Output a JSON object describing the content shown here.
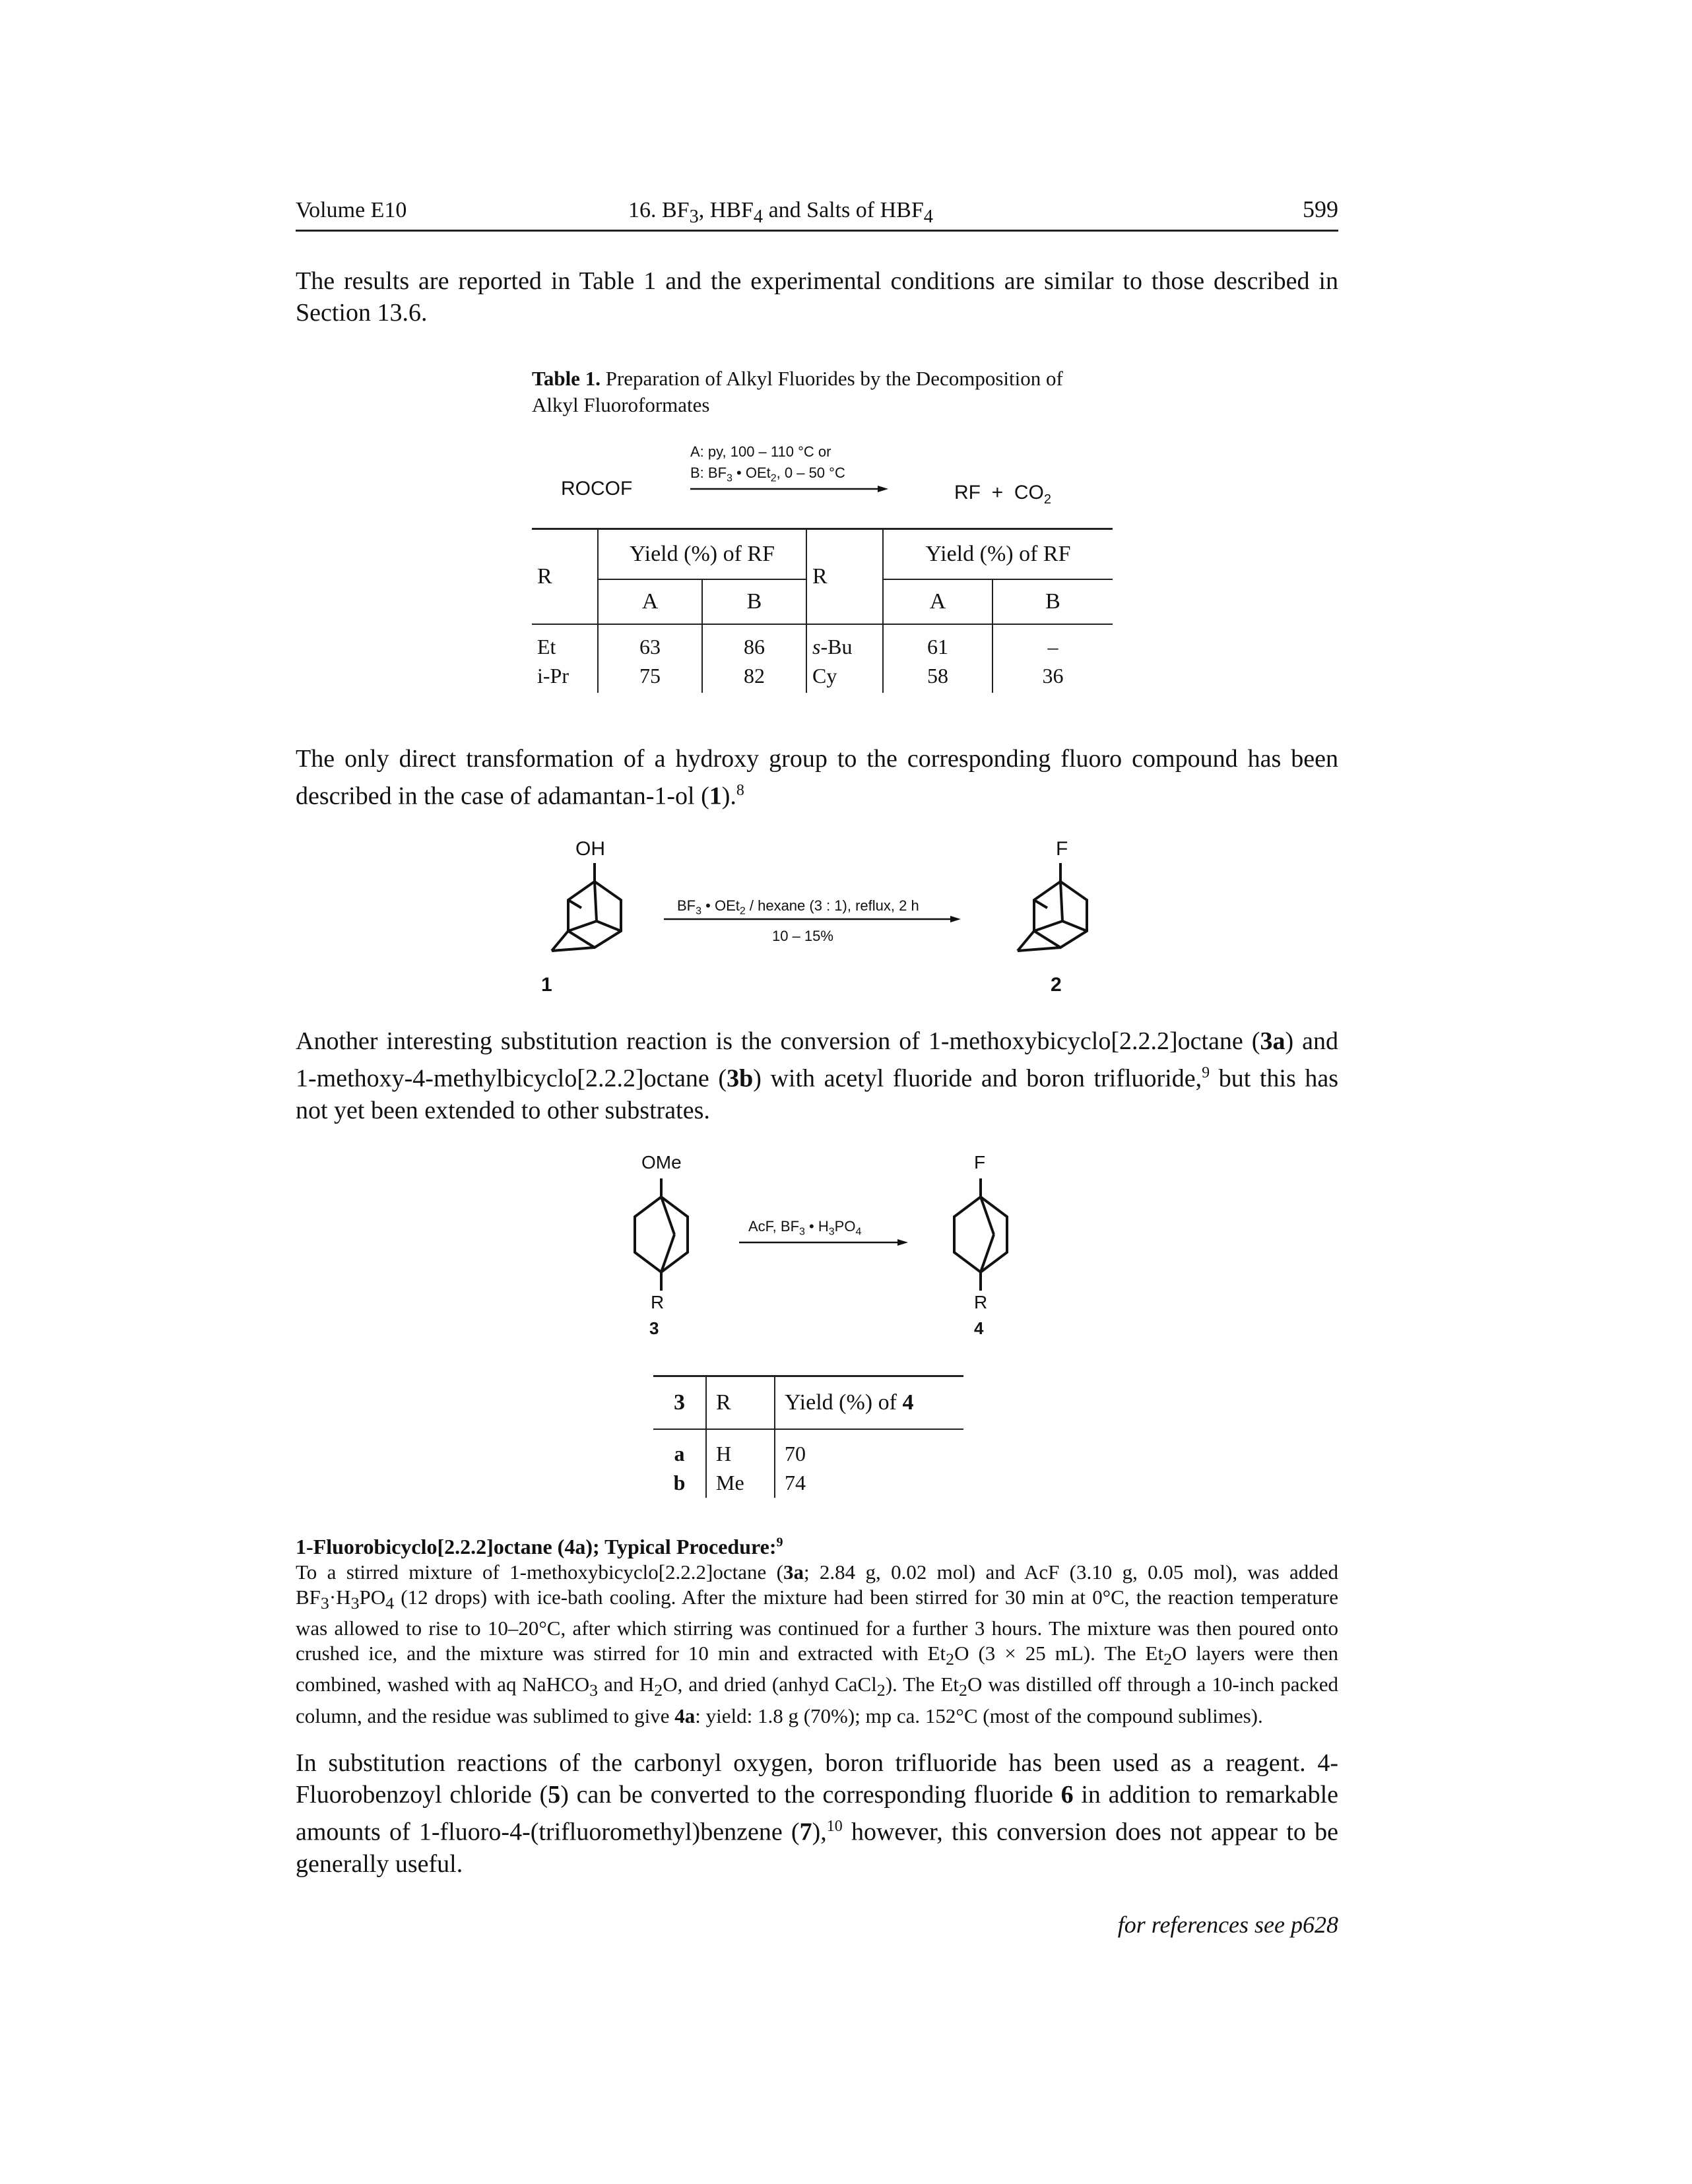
{
  "header": {
    "volume": "Volume E10",
    "title_plain": "16. BF",
    "title_full": "16. BF3, HBF4 and Salts of HBF4",
    "page_number": "599"
  },
  "intro_paragraph": "The results are reported in Table 1 and the experimental conditions are similar to those described in Section 13.6.",
  "table1": {
    "caption_label": "Table 1.",
    "caption_text": "Preparation of Alkyl Fluorides by the Decomposition of Alkyl Fluoroformates",
    "scheme": {
      "reactant": "ROCOF",
      "condition_a": "A: py, 100 – 110 °C or",
      "condition_b": "B: BF3 • OEt2, 0 – 50 °C",
      "product": "RF  +  CO2"
    },
    "header_r": "R",
    "header_yield": "Yield (%) of RF",
    "header_a": "A",
    "header_b": "B",
    "rows_left": [
      {
        "r": "Et",
        "a": "63",
        "b": "86"
      },
      {
        "r": "i-Pr",
        "a": "75",
        "b": "82"
      }
    ],
    "rows_right": [
      {
        "r": "s-Bu",
        "a": "61",
        "b": "–"
      },
      {
        "r": "Cy",
        "a": "58",
        "b": "36"
      }
    ]
  },
  "paragraph2": "The only direct transformation of a hydroxy group to the corresponding fluoro compound has been described in the case of adamantan-1-ol (1).8",
  "scheme1": {
    "reactant_group": "OH",
    "product_group": "F",
    "conditions_top": "BF3 • OEt2 / hexane (3 : 1), reflux, 2 h",
    "conditions_bottom": "10 – 15%",
    "reactant_label": "1",
    "product_label": "2"
  },
  "paragraph3": "Another interesting substitution reaction is the conversion of 1-methoxybicyclo[2.2.2]octane (3a) and 1-methoxy-4-methylbicyclo[2.2.2]octane (3b) with acetyl fluoride and boron trifluoride,9 but this has not yet been extended to other substrates.",
  "scheme2": {
    "reactant_top": "OMe",
    "reactant_bottom": "R",
    "product_top": "F",
    "product_bottom": "R",
    "conditions": "AcF, BF3 • H3PO4",
    "reactant_label": "3",
    "product_label": "4"
  },
  "table2": {
    "header_compound": "3",
    "header_r": "R",
    "header_yield": "Yield (%) of 4",
    "rows": [
      {
        "compound": "a",
        "r": "H",
        "yield": "70"
      },
      {
        "compound": "b",
        "r": "Me",
        "yield": "74"
      }
    ]
  },
  "procedure": {
    "title": "1-Fluorobicyclo[2.2.2]octane (4a); Typical Procedure:9",
    "body": "To a stirred mixture of 1-methoxybicyclo[2.2.2]octane (3a; 2.84 g, 0.02 mol) and AcF (3.10 g, 0.05 mol), was added BF3·H3PO4 (12 drops) with ice-bath cooling. After the mixture had been stirred for 30 min at 0°C, the reaction temperature was allowed to rise to 10–20°C, after which stirring was continued for a further 3 hours. The mixture was then poured onto crushed ice, and the mixture was stirred for 10 min and extracted with Et2O (3 × 25 mL). The Et2O layers were then combined, washed with aq NaHCO3 and H2O, and dried (anhyd CaCl2). The Et2O was distilled off through a 10-inch packed column, and the residue was sublimed to give 4a: yield: 1.8 g (70%); mp ca. 152°C (most of the compound sublimes)."
  },
  "paragraph4": "In substitution reactions of the carbonyl oxygen, boron trifluoride has been used as a reagent. 4-Fluorobenzoyl chloride (5) can be converted to the corresponding fluoride 6 in addition to remarkable amounts of 1-fluoro-4-(trifluoromethyl)benzene (7),10 however, this conversion does not appear to be generally useful.",
  "footer": "for references see p628"
}
